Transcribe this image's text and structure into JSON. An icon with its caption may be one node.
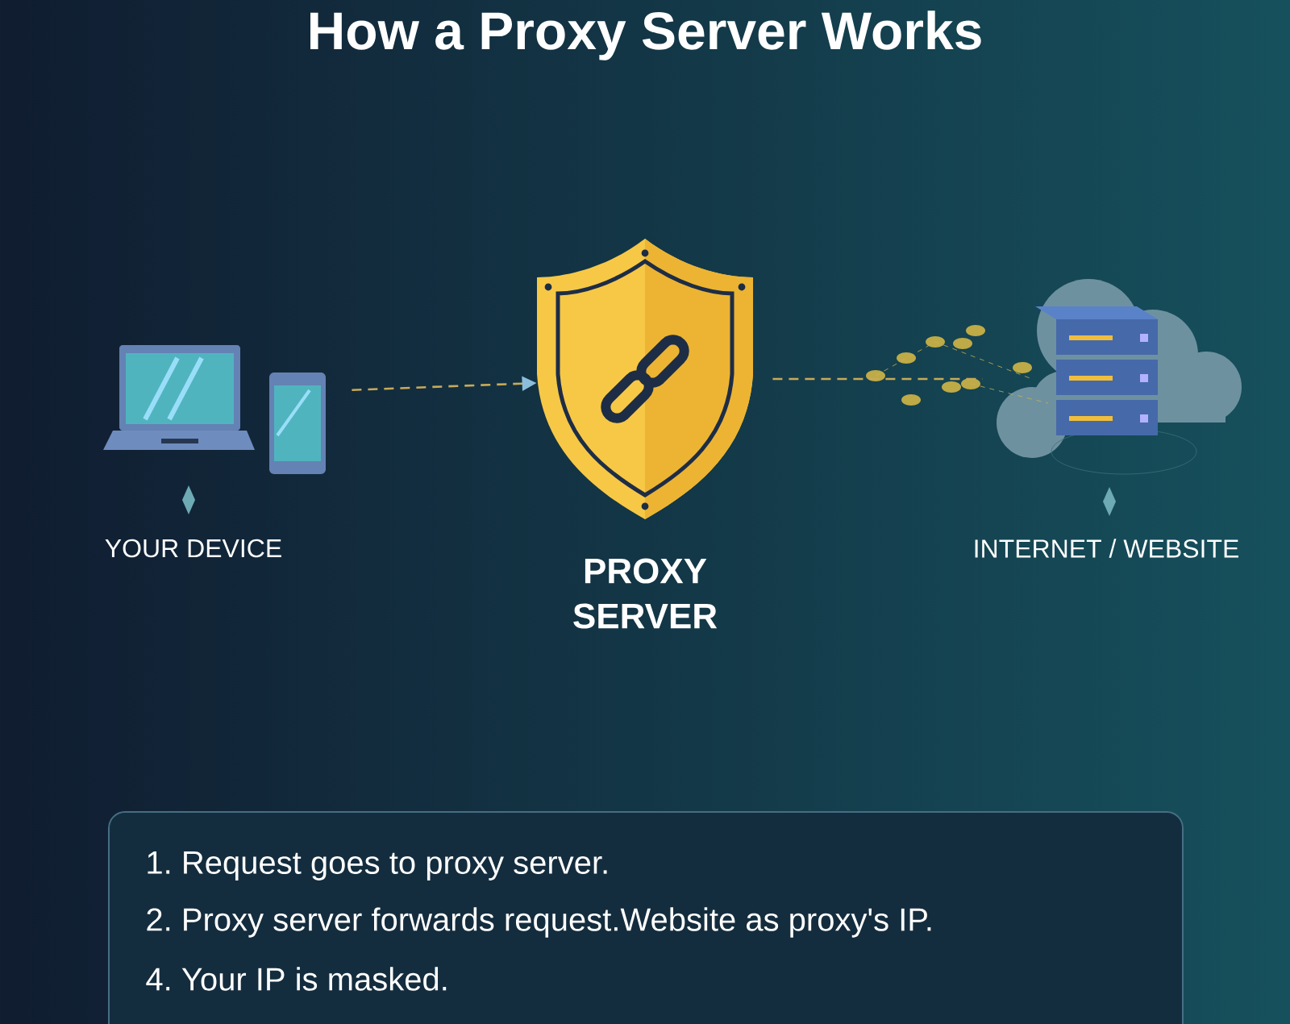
{
  "diagram": {
    "title": "How a Proxy Server Works",
    "nodes": [
      {
        "text": [],
        "shape": "picture",
        "beside": [
          "YOUR DEVICE"
        ]
      },
      {
        "text": [],
        "shape": "picture",
        "beside": [
          "PROXY SERVER"
        ]
      },
      {
        "text": [],
        "shape": "picture",
        "beside": [
          "INTERNET / WEBSITE"
        ]
      },
      {
        "text": [
          "1. Request goes to proxy server.",
          "2. Proxy server forwards request.Website as proxy's IP.",
          "4. Your IP is masked."
        ]
      }
    ],
    "edges": [
      {
        "from": 0,
        "to": 1,
        "arrow": "to",
        "style": "dashed"
      },
      {
        "from": 1,
        "to": 2,
        "arrow": "none",
        "style": "dashed"
      }
    ]
  }
}
